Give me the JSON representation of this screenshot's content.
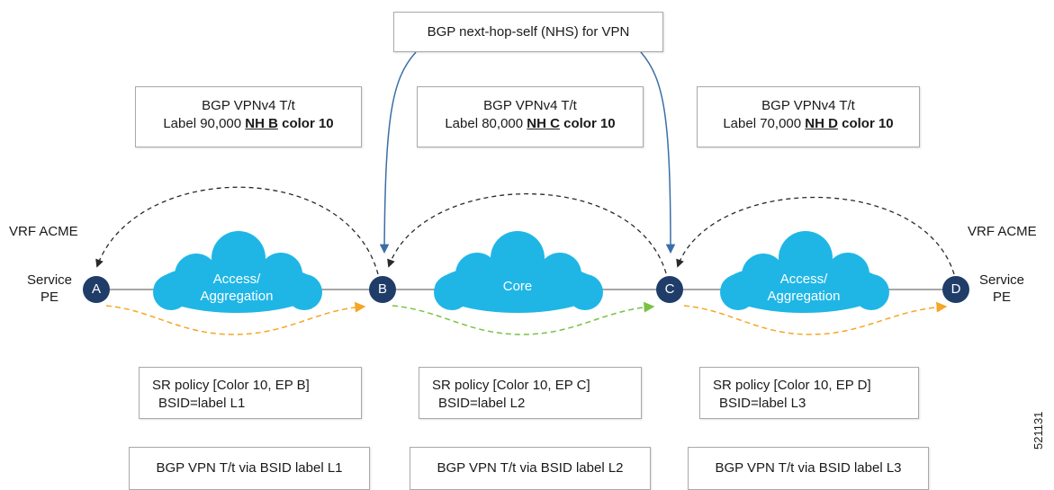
{
  "nhs_box": {
    "text": "BGP next-hop-self (NHS) for VPN"
  },
  "top_boxes": [
    {
      "line1": "BGP VPNv4 T/t",
      "prefix": "Label 90,000 ",
      "nh": "NH B",
      "suffix": " color 10"
    },
    {
      "line1": "BGP VPNv4 T/t",
      "prefix": "Label 80,000 ",
      "nh": "NH C",
      "suffix": " color 10"
    },
    {
      "line1": "BGP VPNv4 T/t",
      "prefix": "Label 70,000 ",
      "nh": "NH D",
      "suffix": " color 10"
    }
  ],
  "vrf_left": "VRF ACME",
  "vrf_right": "VRF ACME",
  "service_pe_left": {
    "line1": "Service",
    "line2": "PE"
  },
  "service_pe_right": {
    "line1": "Service",
    "line2": "PE"
  },
  "nodes": [
    "A",
    "B",
    "C",
    "D"
  ],
  "clouds": [
    {
      "line1": "Access/",
      "line2": "Aggregation"
    },
    {
      "line1": "Core",
      "line2": ""
    },
    {
      "line1": "Access/",
      "line2": "Aggregation"
    }
  ],
  "sr_boxes": [
    {
      "line1": "SR policy [Color 10, EP B]",
      "line2": "BSID=label L1"
    },
    {
      "line1": "SR policy [Color 10, EP C]",
      "line2": "BSID=label L2"
    },
    {
      "line1": "SR policy [Color 10, EP D]",
      "line2": "BSID=label L3"
    }
  ],
  "bottom_boxes": [
    {
      "text": "BGP VPN T/t via BSID label L1"
    },
    {
      "text": "BGP VPN T/t via BSID label L2"
    },
    {
      "text": "BGP VPN T/t via BSID label L3"
    }
  ],
  "figure_id": "521131",
  "colors": {
    "node": "#1f3d68",
    "cloud": "#1fb6e6",
    "arrow_blue": "#3b6ea8",
    "dash_orange": "#f5a623",
    "dash_green": "#7ac143",
    "link_line": "#8a8a8a"
  }
}
